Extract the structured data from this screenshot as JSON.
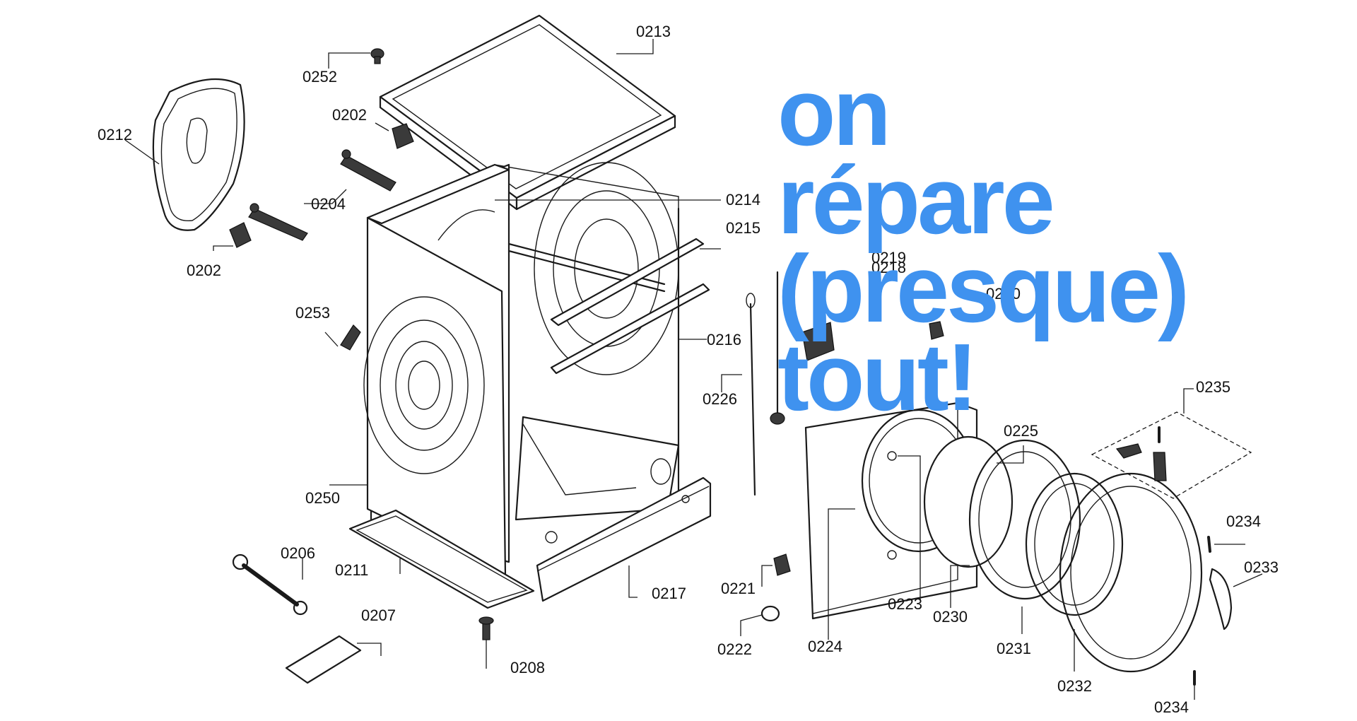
{
  "slogan": {
    "line1": "on",
    "line2": "répare",
    "line3": "(presque)",
    "line4": "tout!",
    "color": "#3f92ef"
  },
  "labels": {
    "l0252": "0252",
    "l0213": "0213",
    "l0212": "0212",
    "l0202a": "0202",
    "l0204": "0204",
    "l0202b": "0202",
    "l0214": "0214",
    "l0215": "0215",
    "l0253": "0253",
    "l0216": "0216",
    "l0226": "0226",
    "l0250": "0250",
    "l0206": "0206",
    "l0211": "0211",
    "l0217": "0217",
    "l0207": "0207",
    "l0208": "0208",
    "l0221": "0221",
    "l0222": "0222",
    "l0224": "0224",
    "l0223": "0223",
    "l0230": "0230",
    "l0231": "0231",
    "l0232": "0232",
    "l0225": "0225",
    "l0235": "0235",
    "l0234a": "0234",
    "l0233": "0233",
    "l0234b": "0234",
    "l0218": "0218",
    "l0219": "0219",
    "l0220": "0220"
  }
}
